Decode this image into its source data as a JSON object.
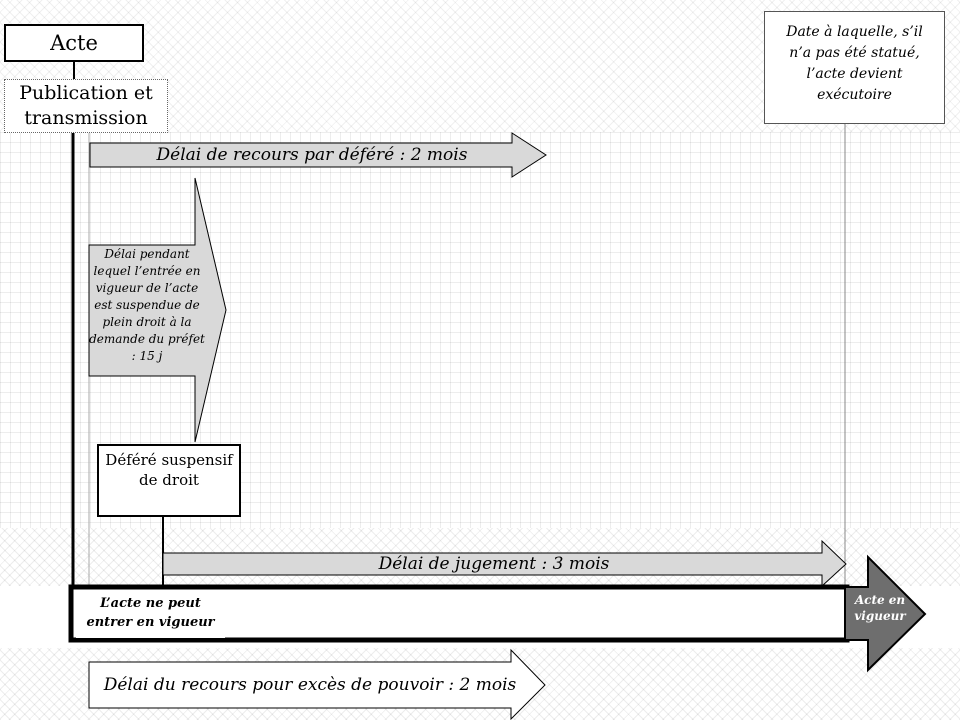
{
  "boxes": {
    "acte": "Acte",
    "publication": "Publication et transmission",
    "date_executoire": "Date à laquelle, s’il n’a pas été statué, l’acte devient exécutoire",
    "defere_suspensif": "Déféré suspensif de droit",
    "ne_peut_entrer": "L’acte ne peut entrer en vigueur"
  },
  "arrows": {
    "recours_defere": "Délai de recours par déféré : 2 mois",
    "suspension": "Délai pendant lequel l’entrée en vigueur de l’acte est suspendue de plein droit à la demande du préfet : 15 j",
    "jugement": "Délai de jugement : 3 mois",
    "exces_pouvoir": "Délai du recours pour excès de pouvoir : 2 mois",
    "acte_en_vigueur": "Acte en vigueur"
  },
  "colors": {
    "arrow_fill": "#d9d9d9",
    "timeline_head": "#6e6e6e",
    "outline": "#000000"
  }
}
